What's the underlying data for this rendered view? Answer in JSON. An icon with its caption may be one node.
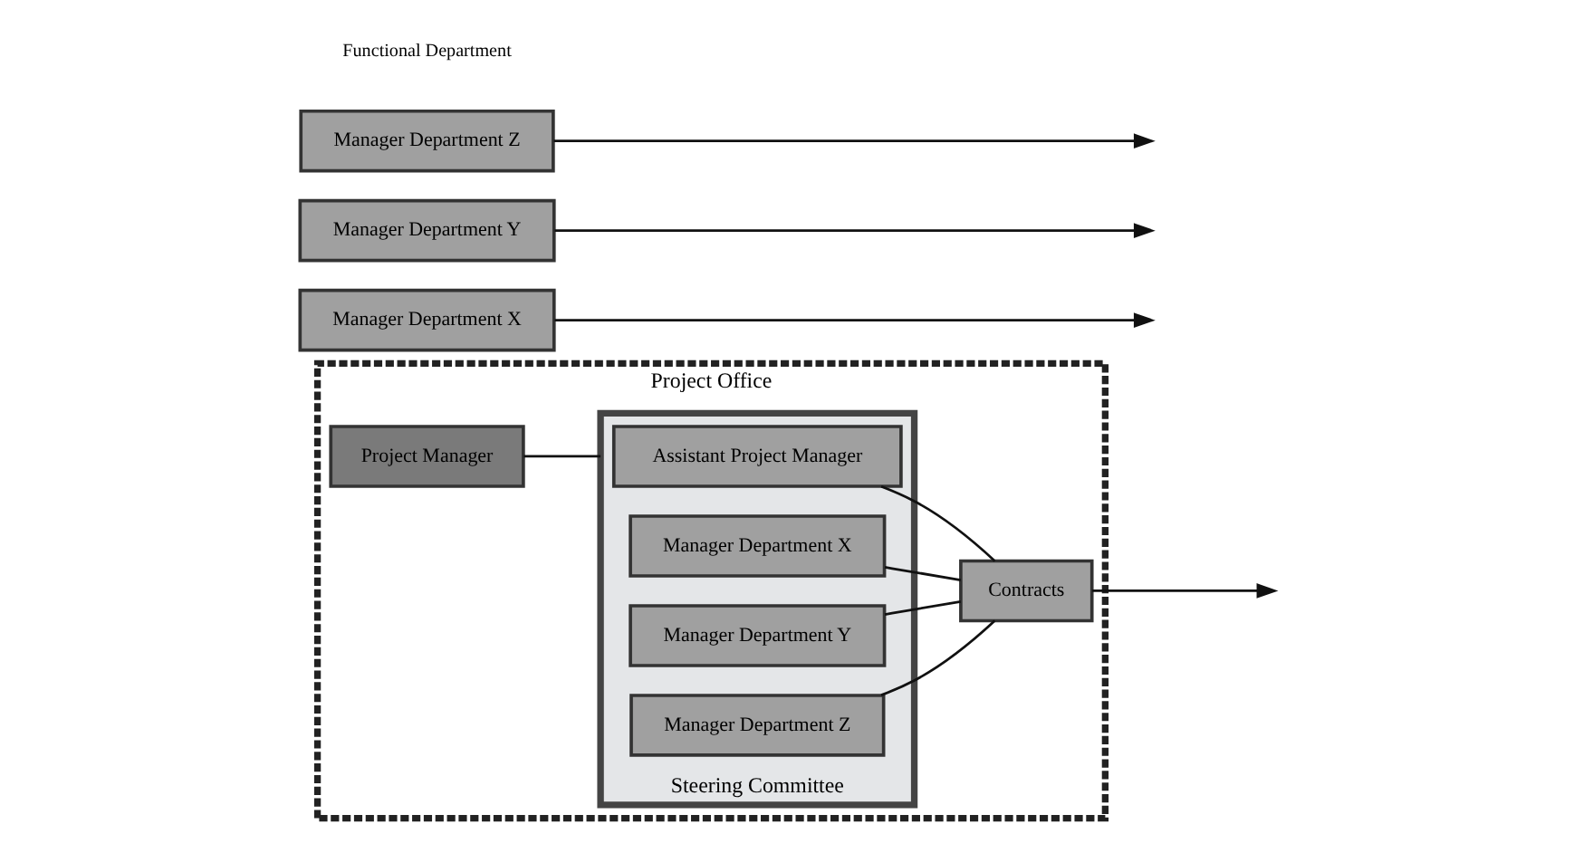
{
  "diagram": {
    "nodes": [
      {
        "text": [
          "Project Office"
        ]
      },
      {
        "text": [
          "Project Manager"
        ],
        "in": 0
      },
      {
        "text": [
          "Steering Committee"
        ],
        "in": 0
      },
      {
        "text": [
          "Assistant Project Manager"
        ],
        "in": 2
      },
      {
        "text": [
          "Manager Department X"
        ],
        "in": 2
      },
      {
        "text": [
          "Manager Department Y"
        ],
        "in": 2
      },
      {
        "text": [
          "Manager Department Z"
        ],
        "in": 2
      },
      {
        "text": [
          "Contracts"
        ],
        "in": 0
      },
      {
        "text": [
          "Manager Department X"
        ]
      },
      {
        "text": [
          "Manager Department Y"
        ]
      },
      {
        "text": [
          "Manager Department Z"
        ]
      }
    ],
    "edges": [
      {
        "from": 1,
        "to": 2,
        "arrow": "none"
      },
      {
        "from": 3,
        "to": 7,
        "arrow": "none"
      },
      {
        "from": 4,
        "to": 7,
        "arrow": "none"
      },
      {
        "from": 5,
        "to": 7,
        "arrow": "none"
      },
      {
        "from": 6,
        "to": 7,
        "arrow": "none"
      },
      {
        "from": 7,
        "to": null,
        "arrow": "to"
      },
      {
        "from": 8,
        "to": null,
        "arrow": "to"
      },
      {
        "from": 9,
        "to": null,
        "arrow": "to"
      },
      {
        "from": 10,
        "to": null,
        "arrow": "to"
      }
    ],
    "labels": [
      "Functional Department"
    ]
  }
}
